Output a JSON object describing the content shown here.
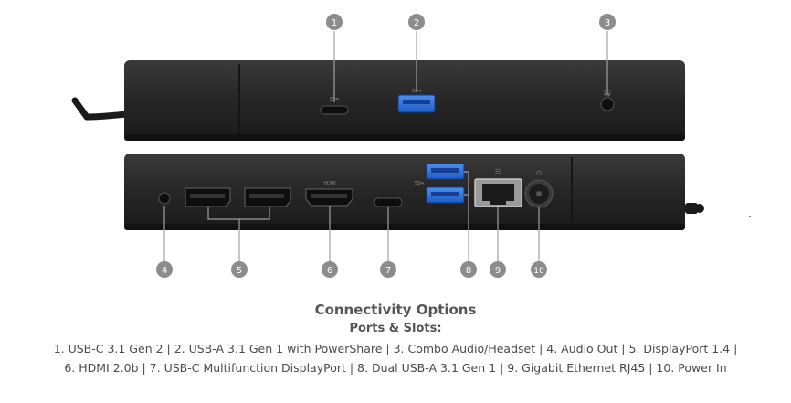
{
  "callouts": [
    "1",
    "2",
    "3",
    "4",
    "5",
    "6",
    "7",
    "8",
    "9",
    "10"
  ],
  "port_labels": {
    "usb_c_top": "SS⇋",
    "usb_a_top": "SS⇋",
    "hdmi": "HDMI",
    "usb_pair": "SS⇋"
  },
  "caption": {
    "title": "Connectivity Options",
    "subtitle": "Ports & Slots:",
    "line1": "1. USB-C 3.1 Gen 2 | 2. USB-A 3.1 Gen 1 with PowerShare | 3. Combo Audio/Headset | 4. Audio Out | 5. DisplayPort 1.4 |",
    "line2": "6. HDMI 2.0b | 7. USB-C Multifunction DisplayPort | 8. Dual USB-A 3.1 Gen 1 | 9. Gigabit Ethernet RJ45 | 10. Power In"
  },
  "colors": {
    "dock_body": "#2b2b2b",
    "callout_circle": "#8c8c8c",
    "usb_blue": "#2a6fdb",
    "caption_text": "#4a4a4a"
  }
}
